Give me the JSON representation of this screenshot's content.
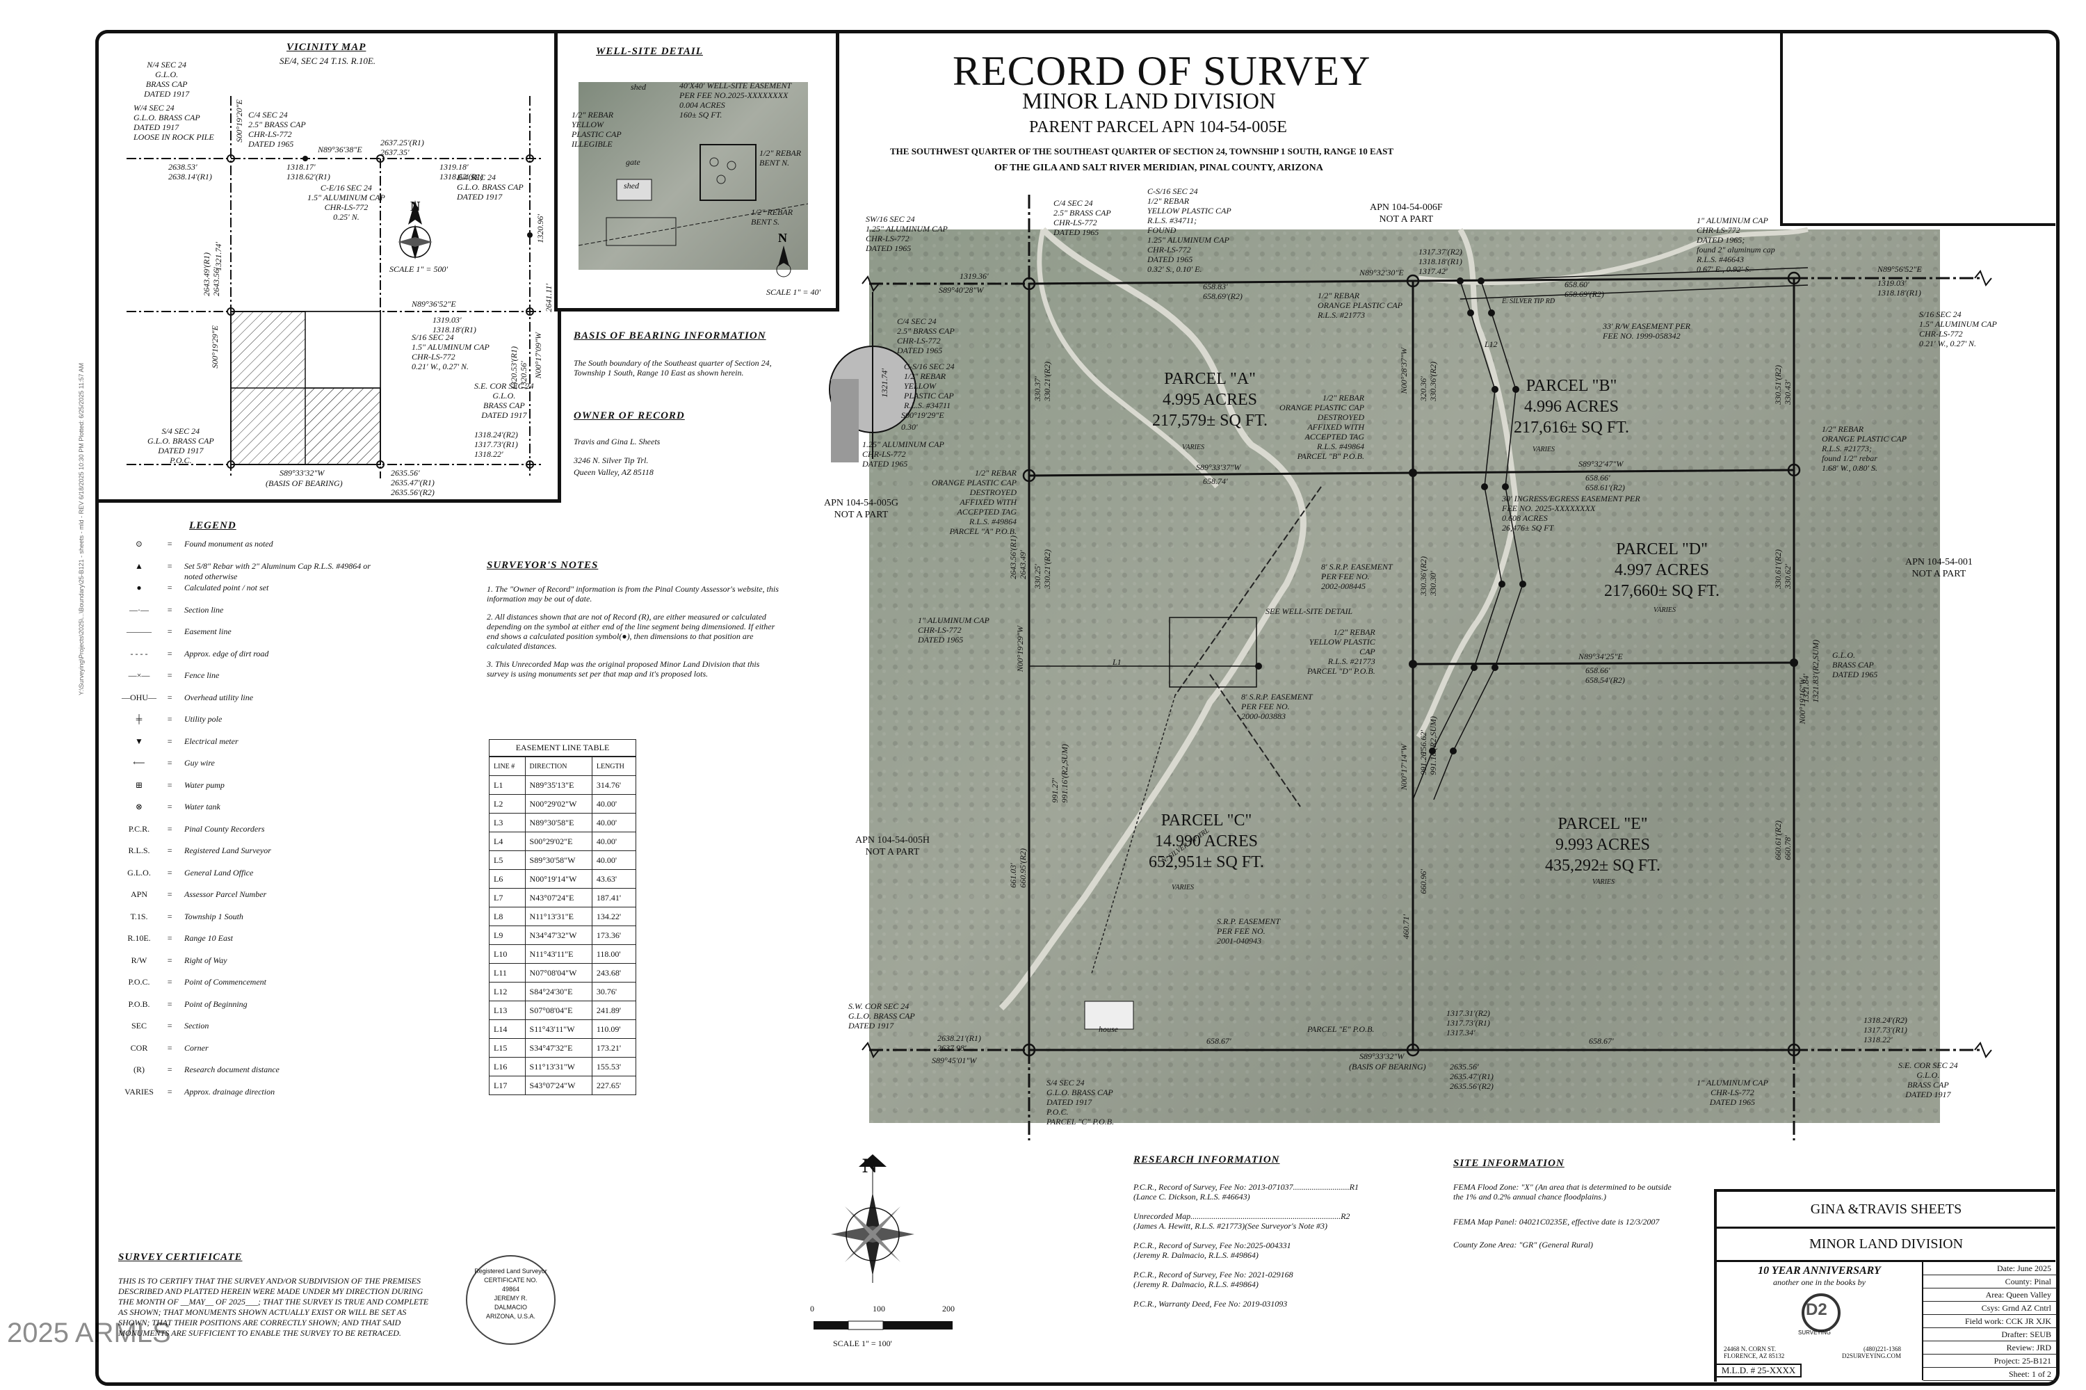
{
  "title": {
    "main": "RECORD OF SURVEY",
    "sub": "MINOR LAND DIVISION",
    "parent": "PARENT PARCEL APN 104-54-005E",
    "desc1": "THE SOUTHWEST QUARTER OF THE SOUTHEAST QUARTER OF SECTION 24, TOWNSHIP 1 SOUTH, RANGE 10 EAST",
    "desc2": "OF THE GILA AND SALT RIVER MERIDIAN, PINAL COUNTY, ARIZONA"
  },
  "vicinity": {
    "heading": "VICINITY MAP",
    "subheading": "SE/4, SEC 24 T.1S. R.10E.",
    "scale": "SCALE 1\" = 500'",
    "labels": {
      "n4": "N/4 SEC 24\nG.L.O.\nBRASS CAP\nDATED 1917",
      "w4": "W/4 SEC 24\nG.L.O. BRASS CAP\nDATED 1917\nLOOSE IN ROCK PILE",
      "c4": "C/4 SEC 24\n2.5\" BRASS CAP\nCHR-LS-772\nDATED 1965",
      "ce16": "C-E/16 SEC 24\n1.5\" ALUMINUM CAP\nCHR-LS-772\n0.25' N.",
      "e4": "E/4 SEC 24\nG.L.O. BRASS CAP\nDATED 1917",
      "s16": "S/16 SEC 24\n1.5\" ALUMINUM CAP\nCHR-LS-772\n0.21' W., 0.27' N.",
      "secor": "S.E. COR SEC 24\nG.L.O.\nBRASS CAP\nDATED 1917",
      "s4": "S/4 SEC 24\nG.L.O. BRASS CAP\nDATED 1917\nP.O.C.",
      "bearing1": "N89°36'38\"E",
      "bearing2": "N89°36'52\"E",
      "bearing3": "S89°33'32\"W",
      "basis": "(BASIS OF BEARING)",
      "d1": "2637.25'(R1)\n2637.35'",
      "d2": "1318.17'\n1318.62'(R1)",
      "d3": "1319.18'\n1318.62'(R1)",
      "d4": "1319.03'\n1318.18'(R1)",
      "d5": "1318.24'(R2)\n1317.73'(R1)\n1318.22'",
      "d6": "2635.56'\n2635.47'(R1)\n2635.56'(R2)",
      "d7": "2638.53'\n2638.14'(R1)",
      "v1": "S00°19'20\"E",
      "v2": "N00°17'09\"W",
      "v3": "S00°19'29\"E",
      "v4": "1320.96'",
      "v5": "2641.11'",
      "v6": "1320.53'(R1)\n1320.56'",
      "v7": "1321.74'",
      "v8": "2643.49'(R1)\n2643.56'"
    }
  },
  "well_site": {
    "heading": "WELL-SITE DETAIL",
    "easement": "40'X40' WELL-SITE EASEMENT\nPER FEE NO.2025-XXXXXXXX\n0.004 ACRES\n160± SQ FT.",
    "shed": "shed",
    "gate": "gate",
    "rebar1": "1/2\" REBAR\nYELLOW\nPLASTIC CAP\nILLEGIBLE",
    "rebar2": "1/2\" REBAR\nBENT N.",
    "rebar3": "1/2\" REBAR\nBENT S.",
    "scale": "SCALE 1\" = 40'"
  },
  "basis_of_bearing": {
    "heading": "BASIS OF BEARING INFORMATION",
    "text": "The South boundary of the Southeast quarter of Section 24, Township 1 South, Range 10 East as shown herein."
  },
  "owner": {
    "heading": "OWNER OF RECORD",
    "name": "Travis and Gina L. Sheets",
    "addr1": "3246 N. Silver Tip Trl.",
    "addr2": "Queen Valley, AZ 85118"
  },
  "legend": {
    "heading": "LEGEND",
    "items": [
      {
        "sym": "⊙",
        "text": "Found monument as noted"
      },
      {
        "sym": "▲",
        "text": "Set 5/8\" Rebar with 2\" Aluminum Cap R.L.S. #49864 or\nnoted otherwise"
      },
      {
        "sym": "●",
        "text": "Calculated point / not set"
      },
      {
        "sym": "—·—",
        "text": "Section line"
      },
      {
        "sym": "———",
        "text": "Easement line"
      },
      {
        "sym": "- - - -",
        "text": "Approx. edge of dirt road"
      },
      {
        "sym": "—×—",
        "text": "Fence line"
      },
      {
        "sym": "—OHU—",
        "text": "Overhead utility line"
      },
      {
        "sym": "╪",
        "text": "Utility pole"
      },
      {
        "sym": "▼",
        "text": "Electrical meter"
      },
      {
        "sym": "⟵",
        "text": "Guy wire"
      },
      {
        "sym": "⊞",
        "text": "Water pump"
      },
      {
        "sym": "⊗",
        "text": "Water tank"
      },
      {
        "sym": "P.C.R.",
        "text": "Pinal County Recorders"
      },
      {
        "sym": "R.L.S.",
        "text": "Registered Land Surveyor"
      },
      {
        "sym": "G.L.O.",
        "text": "General Land Office"
      },
      {
        "sym": "APN",
        "text": "Assessor Parcel Number"
      },
      {
        "sym": "T.1S.",
        "text": "Township 1 South"
      },
      {
        "sym": "R.10E.",
        "text": "Range 10 East"
      },
      {
        "sym": "R/W",
        "text": "Right of Way"
      },
      {
        "sym": "P.O.C.",
        "text": "Point of Commencement"
      },
      {
        "sym": "P.O.B.",
        "text": "Point of Beginning"
      },
      {
        "sym": "SEC",
        "text": "Section"
      },
      {
        "sym": "COR",
        "text": "Corner"
      },
      {
        "sym": "(R)",
        "text": "Research document distance"
      },
      {
        "sym": "VARIES",
        "text": "Approx. drainage direction"
      }
    ]
  },
  "surveyor_notes": {
    "heading": "SURVEYOR'S NOTES",
    "notes": [
      "1.  The \"Owner of Record\" information is from the Pinal County Assessor's website, this information may be out of date.",
      "2.  All distances shown that are not of Record (R), are either measured or calculated depending on the symbol at either end of the line segment being dimensioned. If either end shows a calculated position symbol(●), then dimensions to that position are calculated distances.",
      "3.  This Unrecorded Map was the original proposed Minor Land Division that this survey is using monuments set per that map and it's proposed lots."
    ]
  },
  "easement_table": {
    "heading": "EASEMENT LINE TABLE",
    "cols": [
      "LINE #",
      "DIRECTION",
      "LENGTH"
    ],
    "rows": [
      [
        "L1",
        "N89°35'13\"E",
        "314.76'"
      ],
      [
        "L2",
        "N00°29'02\"W",
        "40.00'"
      ],
      [
        "L3",
        "N89°30'58\"E",
        "40.00'"
      ],
      [
        "L4",
        "S00°29'02\"E",
        "40.00'"
      ],
      [
        "L5",
        "S89°30'58\"W",
        "40.00'"
      ],
      [
        "L6",
        "N00°19'14\"W",
        "43.63'"
      ],
      [
        "L7",
        "N43°07'24\"E",
        "187.41'"
      ],
      [
        "L8",
        "N11°13'31\"E",
        "134.22'"
      ],
      [
        "L9",
        "N34°47'32\"W",
        "173.36'"
      ],
      [
        "L10",
        "N11°43'11\"E",
        "118.00'"
      ],
      [
        "L11",
        "N07°08'04\"W",
        "243.68'"
      ],
      [
        "L12",
        "S84°24'30\"E",
        "30.76'"
      ],
      [
        "L13",
        "S07°08'04\"E",
        "241.89'"
      ],
      [
        "L14",
        "S11°43'11\"W",
        "110.09'"
      ],
      [
        "L15",
        "S34°47'32\"E",
        "173.21'"
      ],
      [
        "L16",
        "S11°13'31\"W",
        "155.53'"
      ],
      [
        "L17",
        "S43°07'24\"W",
        "227.65'"
      ]
    ]
  },
  "parcels": {
    "a": {
      "name": "PARCEL \"A\"",
      "acres": "4.995 ACRES",
      "sqft": "217,579± SQ FT."
    },
    "b": {
      "name": "PARCEL \"B\"",
      "acres": "4.996 ACRES",
      "sqft": "217,616± SQ FT."
    },
    "c": {
      "name": "PARCEL \"C\"",
      "acres": "14.990 ACRES",
      "sqft": "652,951± SQ FT."
    },
    "d": {
      "name": "PARCEL \"D\"",
      "acres": "4.997 ACRES",
      "sqft": "217,660± SQ FT."
    },
    "e": {
      "name": "PARCEL \"E\"",
      "acres": "9.993 ACRES",
      "sqft": "435,292± SQ FT."
    }
  },
  "map_labels": {
    "apn_006f": "APN 104-54-006F\nNOT A PART",
    "apn_005g": "APN 104-54-005G\nNOT A PART",
    "apn_005h": "APN 104-54-005H\nNOT A PART",
    "apn_001": "APN 104-54-001\nNOT A PART",
    "sw16": "SW/16 SEC 24\n1.25\" ALUMINUM CAP\nCHR-LS-772\nDATED 1965",
    "c4": "C/4 SEC 24\n2.5\" BRASS CAP\nCHR-LS-772\nDATED 1965",
    "cs16": "C-S/16 SEC 24\n1/2\" REBAR\nYELLOW PLASTIC CAP\nR.L.S. #34711;\nFOUND\n1.25\" ALUMINUM CAP\nCHR-LS-772\nDATED 1965\n0.32' S., 0.10' E.",
    "al_ne": "1\" ALUMINUM CAP\nCHR-LS-772\nDATED 1965;\nfound 2\" aluminum cap\nR.L.S. #46643\n0.67' E., 0.92' S.",
    "s16": "S/16 SEC 24\n1.5\" ALUMINUM CAP\nCHR-LS-772\n0.21' W., 0.27' N.",
    "sw_cor": "S.W. COR SEC 24\nG.L.O. BRASS CAP\nDATED 1917",
    "s4": "S/4 SEC 24\nG.L.O. BRASS CAP\nDATED 1917\nP.O.C.\nPARCEL \"C\" P.O.B.",
    "se_cor": "S.E. COR SEC 24\nG.L.O.\nBRASS CAP\nDATED 1917",
    "al_s": "1\" ALUMINUM CAP\nCHR-LS-772\nDATED 1965",
    "glo_e": "G.L.O.\nBRASS CAP\nDATED 1965",
    "al_w": "1\" ALUMINUM CAP\nCHR-LS-772\nDATED 1965",
    "orange_b": "1/2\" REBAR\nORANGE PLASTIC CAP\nR.L.S. #21773",
    "orange_e": "1/2\" REBAR\nORANGE PLASTIC CAP\nR.L.S. #21773;\nfound 1/2\" rebar\n1.68' W., 0.80' S.",
    "destroyed_a": "1/2\" REBAR\nORANGE PLASTIC CAP\nDESTROYED\nAFFIXED WITH\nACCEPTED TAG\nR.L.S. #49864\nPARCEL \"A\" P.O.B.",
    "destroyed_b": "1/2\" REBAR\nORANGE PLASTIC CAP\nDESTROYED\nAFFIXED WITH\nACCEPTED TAG\nR.L.S. #49864\nPARCEL \"B\" P.O.B.",
    "yellow_d": "1/2\" REBAR\nYELLOW PLASTIC\nCAP\nR.L.S. #21773\nPARCEL \"D\" P.O.B.",
    "rw33": "33' R/W EASEMENT PER\nFEE NO. 1999-058342",
    "ingress": "30' INGRESS/EGRESS EASEMENT PER\nFEE NO. 2025-XXXXXXXX\n0.608 ACRES\n26,476± SQ FT",
    "srp1": "8' S.R.P. EASEMENT\nPER FEE NO.\n2002-008445",
    "srp2": "8' S.R.P. EASEMENT\nPER FEE NO.\n2000-003883",
    "srp3": "S.R.P. EASEMENT\nPER FEE NO.\n2001-040943",
    "well_ref": "SEE WELL-SITE DETAIL",
    "e_silver": "E. SILVER TIP RD",
    "n_silver": "N. SILVER TIP TRL",
    "house": "house",
    "pob_e": "PARCEL \"E\" P.O.B.",
    "varies": "VARIES",
    "b_top_left": "S89°40'28\"W",
    "b_top_mid": "N89°32'30\"E",
    "b_top_right": "N89°56'52\"E",
    "b_a_south": "S89°33'37\"W",
    "b_b_south": "S89°32'47\"W",
    "b_d_south": "N89°34'25\"E",
    "b_bottom_left": "S89°45'01\"W",
    "b_bottom_mid": "S89°33'32\"W",
    "basis": "(BASIS OF BEARING)",
    "v_w": "N00°19'29\"W",
    "v_e": "N00°19'16\"W",
    "v_mid1": "N00°28'37\"W",
    "v_mid2": "N00°17'14\"W",
    "d_top1": "1319.36'",
    "d_top2": "658.83'\n658.69'(R2)",
    "d_top3": "1317.37'(R2)\n1318.18'(R1)\n1317.42'",
    "d_top4": "658.60'\n658.69'(R2)",
    "d_top5": "1319.03'\n1318.18'(R1)",
    "d_a_s": "658.74'",
    "d_b_s": "658.66'\n658.61'(R2)",
    "d_d_s": "658.66'\n658.54'(R2)",
    "d_bot1": "2638.21'(R1)\n2637.98'",
    "d_bot2": "658.67'",
    "d_bot3": "1317.31'(R2)\n1317.73'(R1)\n1317.34'",
    "d_bot4": "658.67'",
    "d_bot5": "2635.56'\n2635.47'(R1)\n2635.56'(R2)",
    "d_bot6": "1318.24'(R2)\n1317.73'(R1)\n1318.22'",
    "d_v1": "330.37'\n330.21'(R2)",
    "d_v2": "2643.56'(R1)\n2643.49'",
    "d_v3": "330.25'\n330.21'(R2)",
    "d_v4": "991.27'\n991.16'(R2,SUM)",
    "d_v5": "661.03'\n660.95'(R2)",
    "d_v6": "320.36'\n330.36'(R2)",
    "d_v7": "330.36'(R2)\n330.30'",
    "d_v8": "991.26'\n991.18'(R2,SUM)",
    "d_v9": "156.62'",
    "d_v10": "660.96'",
    "d_v11": "460.71'",
    "d_v12": "330.51'(R2)\n330.43'",
    "d_v13": "330.61'(R2)\n330.62'",
    "d_v14": "1321.84'\n1321.83'(R2,SUM)",
    "d_v15": "660.61'(R2)\n660.78'",
    "circle_labels": "C/4 SEC 24\n2.5\" BRASS CAP\nCHR-LS-772\nDATED 1965",
    "circle_cs16": "C-S/16 SEC 24\n1/2\" REBAR\nYELLOW\nPLASTIC CAP\nR.L.S. #34711",
    "circle_al": "1.25\" ALUMINUM CAP\nCHR-LS-772\nDATED 1965",
    "circle_b1": "S00°19'29\"E",
    "circle_b2": "0.30'",
    "circle_d1": "1321.74'",
    "line_l1": "L1",
    "line_l12": "L12"
  },
  "scale_bar": {
    "n": "N",
    "t0": "0",
    "t100": "100",
    "t200": "200",
    "scale": "SCALE 1\" = 100'"
  },
  "research": {
    "heading": "RESEARCH INFORMATION",
    "items": [
      "P.C.R., Record of Survey, Fee No: 2013-071037...........................R1",
      "(Lance C. Dickson, R.L.S. #46643)",
      "Unrecorded Map........................................................................R2",
      "(James A. Hewitt, R.L.S. #21773)(See Surveyor's Note #3)",
      "P.C.R., Record of Survey, Fee No:2025-004331",
      "(Jeremy R. Dalmacio, R.L.S. #49864)",
      "P.C.R., Record of Survey, Fee No: 2021-029168",
      "(Jeremy R. Dalmacio, R.L.S. #49864)",
      "P.C.R., Warranty Deed, Fee No: 2019-031093"
    ]
  },
  "site_info": {
    "heading": "SITE INFORMATION",
    "flood": "FEMA Flood Zone: \"X\" (An area that is determined to be outside the 1% and 0.2% annual chance floodplains.)",
    "panel": "FEMA Map Panel:  04021C0235E, effective date is 12/3/2007",
    "zone": "County Zone Area: \"GR\" (General Rural)"
  },
  "certificate": {
    "heading": "SURVEY CERTIFICATE",
    "text": "THIS IS TO CERTIFY THAT THE SURVEY AND/OR SUBDIVISION OF THE PREMISES DESCRIBED AND PLATTED HEREIN WERE MADE UNDER MY DIRECTION DURING THE MONTH OF __MAY__ OF 2025___; THAT THE SURVEY IS TRUE AND COMPLETE AS SHOWN; THAT MONUMENTS SHOWN ACTUALLY EXIST OR WILL BE SET AS SHOWN; THAT THEIR POSITIONS ARE CORRECTLY SHOWN; AND THAT SAID MONUMENTS ARE SUFFICIENT TO ENABLE THE SURVEY TO BE RETRACED.",
    "seal": "Registered Land Surveyor\nCERTIFICATE NO.\n49864\nJEREMY R.\nDALMACIO\nARIZONA, U.S.A.",
    "watermark": "2025 ARMLS"
  },
  "title_block": {
    "client": "GINA &TRAVIS SHEETS",
    "project": "MINOR LAND DIVISION",
    "anniv": "10 YEAR ANNIVERSARY",
    "anniv_sub": "another one in the books by",
    "firm": "D2",
    "firm_sub": "SURVEYING",
    "addr": "24468 N. CORN ST.\nFLORENCE, AZ 85132",
    "phone": "(480)221-1368\nD2SURVEYING.COM",
    "mld": "M.L.D. # 25-XXXX",
    "rows": [
      "Date: June 2025",
      "County: Pinal",
      "Area: Queen Valley",
      "Csys: Grnd AZ Cntrl",
      "Field work: CCK JR XJK",
      "Drafter: SEUB",
      "Review: JRD",
      "Project: 25-B121",
      "Sheet: 1 of 2"
    ]
  },
  "side_text": "Y:\\Surveying\\Projects\\2025\\...\\Boundary\\25-B121 - sheets - mld - REV 6/18/2025 10:30 PM  Plotted: 6/25/2025 11:57 AM"
}
